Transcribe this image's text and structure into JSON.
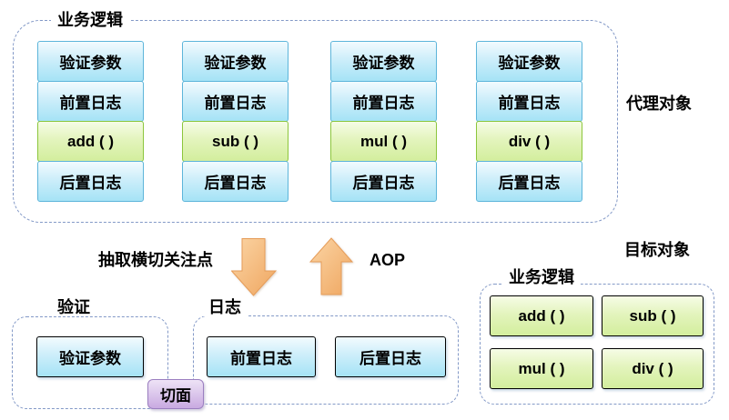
{
  "proxy": {
    "label": "业务逻辑",
    "side_label": "代理对象",
    "columns": [
      {
        "cells": [
          "验证参数",
          "前置日志",
          "add ( )",
          "后置日志"
        ]
      },
      {
        "cells": [
          "验证参数",
          "前置日志",
          "sub ( )",
          "后置日志"
        ]
      },
      {
        "cells": [
          "验证参数",
          "前置日志",
          "mul ( )",
          "后置日志"
        ]
      },
      {
        "cells": [
          "验证参数",
          "前置日志",
          "div ( )",
          "后置日志"
        ]
      }
    ]
  },
  "middle": {
    "extract_label": "抽取横切关注点",
    "aop_label": "AOP"
  },
  "aspect": {
    "label": "切面"
  },
  "validation": {
    "label": "验证",
    "cells": [
      "验证参数"
    ]
  },
  "log": {
    "label": "日志",
    "cells": [
      "前置日志",
      "后置日志"
    ]
  },
  "target": {
    "label": "业务逻辑",
    "side_label": "目标对象",
    "cells": [
      "add ( )",
      "sub ( )",
      "mul ( )",
      "div ( )"
    ]
  },
  "colors": {
    "dashed_border": "#8399c7",
    "blue_box_border": "#5db5da",
    "blue_box_top": "#f2fbfe",
    "blue_box_bottom": "#a5e3f6",
    "green_box_border": "#8cc63c",
    "green_box_top": "#f6fce6",
    "green_box_bottom": "#d3ee9d",
    "purple_box_border": "#9b7fc0",
    "purple_box_top": "#eee3f6",
    "purple_box_bottom": "#c9aae1",
    "arrow_fill_light": "#fbd5a5",
    "arrow_fill_dark": "#efa660",
    "arrow_border": "#e69c58"
  }
}
